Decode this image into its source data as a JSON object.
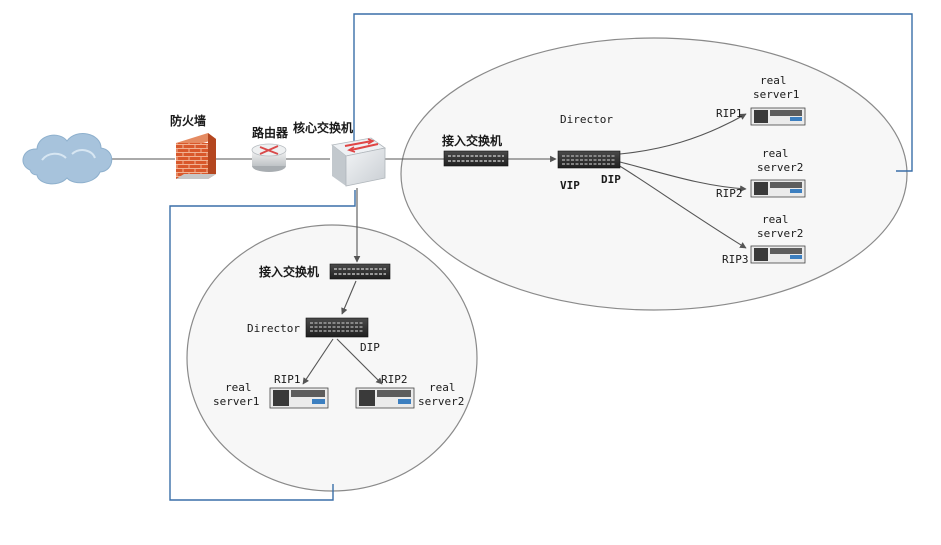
{
  "labels": {
    "firewall": "防火墙",
    "router": "路由器",
    "core_switch": "核心交换机",
    "access_switch_right": "接入交换机",
    "access_switch_left": "接入交换机",
    "director_right": "Director",
    "director_left": "Director",
    "vip": "VIP",
    "dip_right": "DIP",
    "dip_left": "DIP",
    "rip1_right": "RIP1",
    "rip2_right": "RIP2",
    "rip3_right": "RIP3",
    "rip1_left": "RIP1",
    "rip2_left": "RIP2",
    "real": "real",
    "server1": "server1",
    "server2": "server2"
  },
  "colors": {
    "link_line": "#3a6fa8",
    "firewall": "#d9582b",
    "cloud": "#a7c3dc",
    "ellipse_stroke": "#8a8a8a",
    "ellipse_fill": "#f7f7f7"
  }
}
